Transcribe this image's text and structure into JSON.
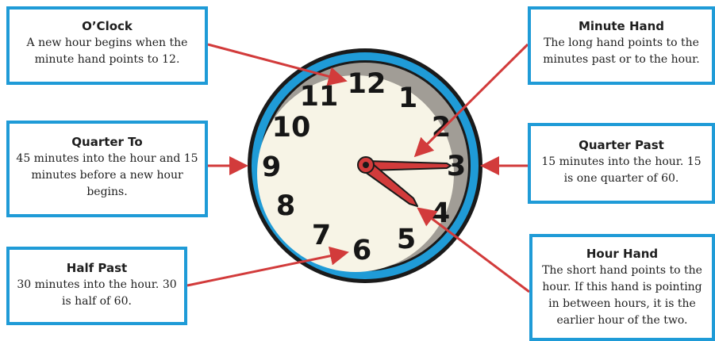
{
  "callouts": {
    "oclock": {
      "title": "O’Clock",
      "desc": "A new hour begins when the minute hand points to 12."
    },
    "minute_hand": {
      "title": "Minute Hand",
      "desc": "The long hand points to the minutes past or to the hour."
    },
    "quarter_to": {
      "title": "Quarter To",
      "desc": "45 minutes into the hour and 15 minutes before a new hour begins."
    },
    "quarter_past": {
      "title": "Quarter Past",
      "desc": "15 minutes into the hour. 15 is one quarter of 60."
    },
    "half_past": {
      "title": "Half Past",
      "desc": "30 minutes into the hour. 30 is half of 60."
    },
    "hour_hand": {
      "title": "Hour Hand",
      "desc": "The short hand points to the hour. If this hand is pointing in between hours, it is the earlier hour of the two."
    }
  },
  "clock": {
    "numerals": [
      "12",
      "1",
      "2",
      "3",
      "4",
      "5",
      "6",
      "7",
      "8",
      "9",
      "10",
      "11"
    ],
    "time_shown": "4:15",
    "colors": {
      "rim": "#1f9bd7",
      "face": "#f7f4e6",
      "shadow": "#a19d96",
      "hands": "#d23b3b",
      "arrows": "#d23b3b",
      "box_border": "#1f9bd7"
    }
  }
}
